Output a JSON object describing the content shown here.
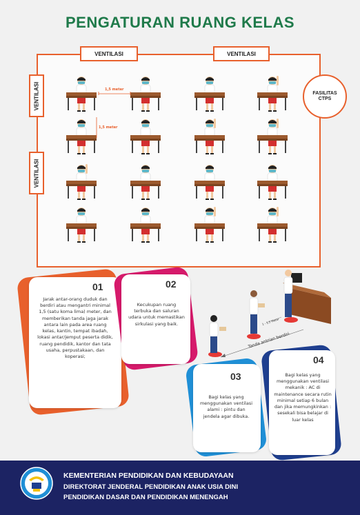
{
  "title": "PENGATURAN RUANG KELAS",
  "room": {
    "ventilation_label": "VENTILASI",
    "ctps_label": "FASILITAS CTPS",
    "distance_horizontal": "1,5 meter",
    "distance_vertical": "1,5 meter"
  },
  "cards": [
    {
      "number": "01",
      "text": "Jarak antar-orang duduk dan berdiri atau mengantri minimal 1,5 (satu koma lima) meter, dan memberikan tanda jaga jarak antara lain pada area ruang kelas, kantin, tempat ibadah, lokasi antar/jemput peserta didik, ruang pendidik, kantor dan tata usaha, perpustakaan, dan koperasi;",
      "accent": "#e8602c"
    },
    {
      "number": "02",
      "text": "Kecukupan ruang terbuka dan saluran udara untuk memastikan sirkulasi yang baik.",
      "accent": "#d61a6b"
    },
    {
      "number": "03",
      "text": "Bagi kelas yang menggunakan ventilasi alami : pintu dan jendela agar dibuka.",
      "accent": "#1f8fd6"
    },
    {
      "number": "04",
      "text": "Bagi kelas yang menggunakan ventilasi mekanik : AC di maintenance secara rutin minimal setiap 6 bulan dan jika memungkinkan : sesekali bisa belajar di luar kelas",
      "accent": "#1f3f8f"
    }
  ],
  "queue": {
    "label": "Tanda antrian berdiri",
    "distance": "1 - 1,5 Meter"
  },
  "footer": {
    "line1": "KEMENTERIAN PENDIDIKAN DAN KEBUDAYAAN",
    "line2": "DIREKTORAT JENDERAL PENDIDIKAN ANAK USIA DINI",
    "line3": "PENDIDIKAN DASAR DAN PENDIDIKAN MENENGAH"
  },
  "colors": {
    "title": "#1f7a4a",
    "room_border": "#e8602c",
    "footer": "#1c2363",
    "desk": "#9c5a2e",
    "skirt": "#d32f2f",
    "queue_mark": "#e53935"
  }
}
